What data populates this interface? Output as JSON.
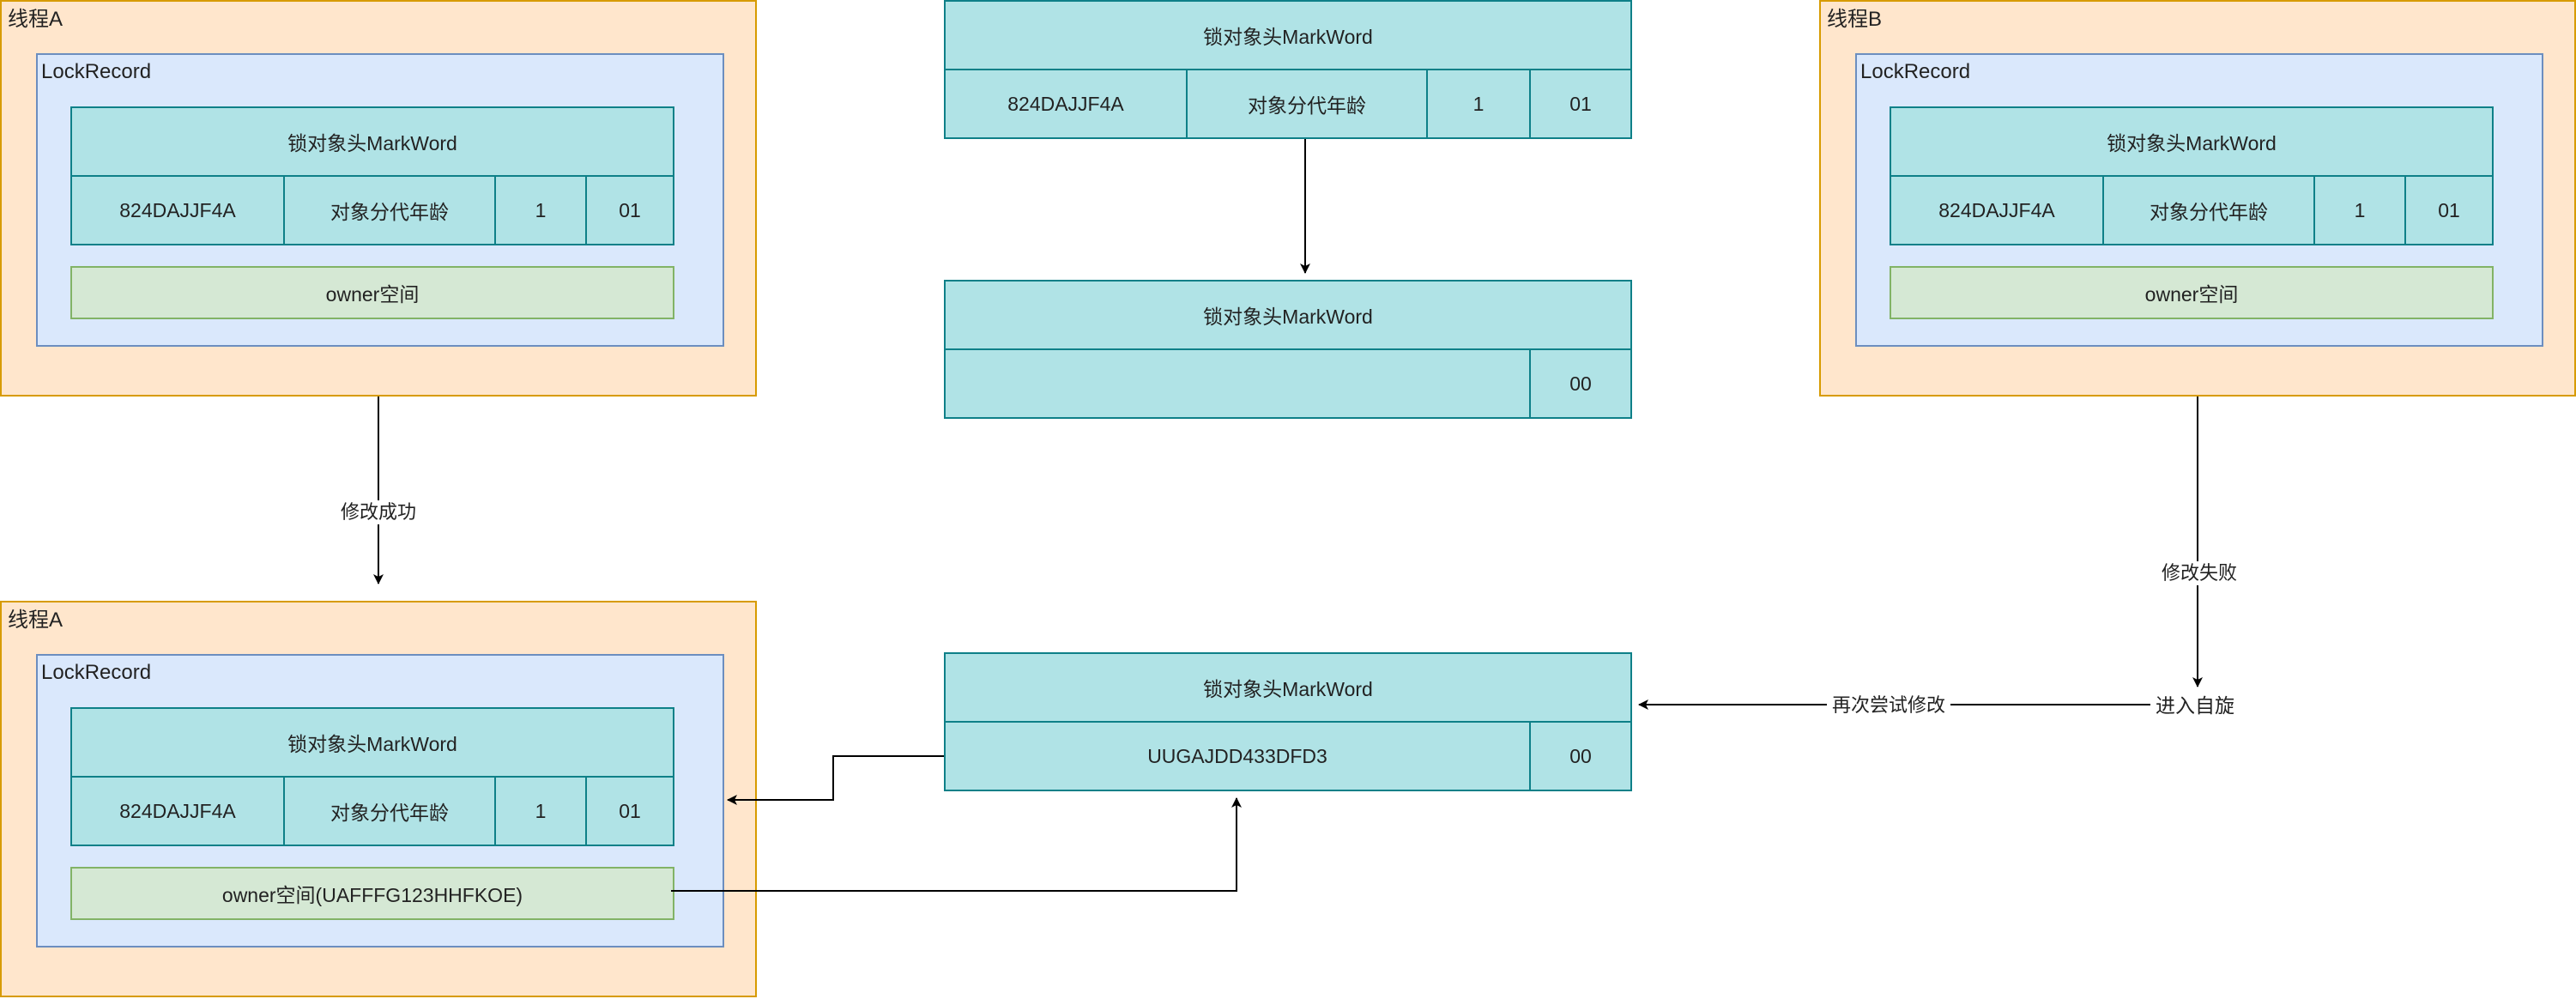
{
  "thread_a_top": {
    "title": "线程A",
    "lock_record": "LockRecord",
    "mark_word": {
      "header": "锁对象头MarkWord",
      "hash": "824DAJJF4A",
      "age": "对象分代年龄",
      "bias": "1",
      "flag": "01"
    },
    "owner": "owner空间"
  },
  "thread_b": {
    "title": "线程B",
    "lock_record": "LockRecord",
    "mark_word": {
      "header": "锁对象头MarkWord",
      "hash": "824DAJJF4A",
      "age": "对象分代年龄",
      "bias": "1",
      "flag": "01"
    },
    "owner": "owner空间"
  },
  "thread_a_bottom": {
    "title": "线程A",
    "lock_record": "LockRecord",
    "mark_word": {
      "header": "锁对象头MarkWord",
      "hash": "824DAJJF4A",
      "age": "对象分代年龄",
      "bias": "1",
      "flag": "01"
    },
    "owner": "owner空间(UAFFFG123HHFKOE)"
  },
  "object_mark_word": {
    "header": "锁对象头MarkWord",
    "hash": "824DAJJF4A",
    "age": "对象分代年龄",
    "bias": "1",
    "flag": "01"
  },
  "empty_mark_word": {
    "header": "锁对象头MarkWord",
    "pointer": "",
    "flag": "00"
  },
  "locked_mark_word": {
    "header": "锁对象头MarkWord",
    "pointer": "UUGAJDD433DFD3",
    "flag": "00"
  },
  "edges": {
    "modify_success": "修改成功",
    "modify_fail": "修改失败",
    "spin": "进入自旋",
    "retry": "再次尝试修改"
  },
  "colors": {
    "thread_fill": "#ffe6cc",
    "thread_border": "#d79b00",
    "lockrecord_fill": "#dae8fc",
    "lockrecord_border": "#6c8ebf",
    "markword_fill": "#b0e3e6",
    "markword_border": "#0e8088",
    "owner_fill": "#d5e8d4",
    "owner_border": "#82b366"
  }
}
